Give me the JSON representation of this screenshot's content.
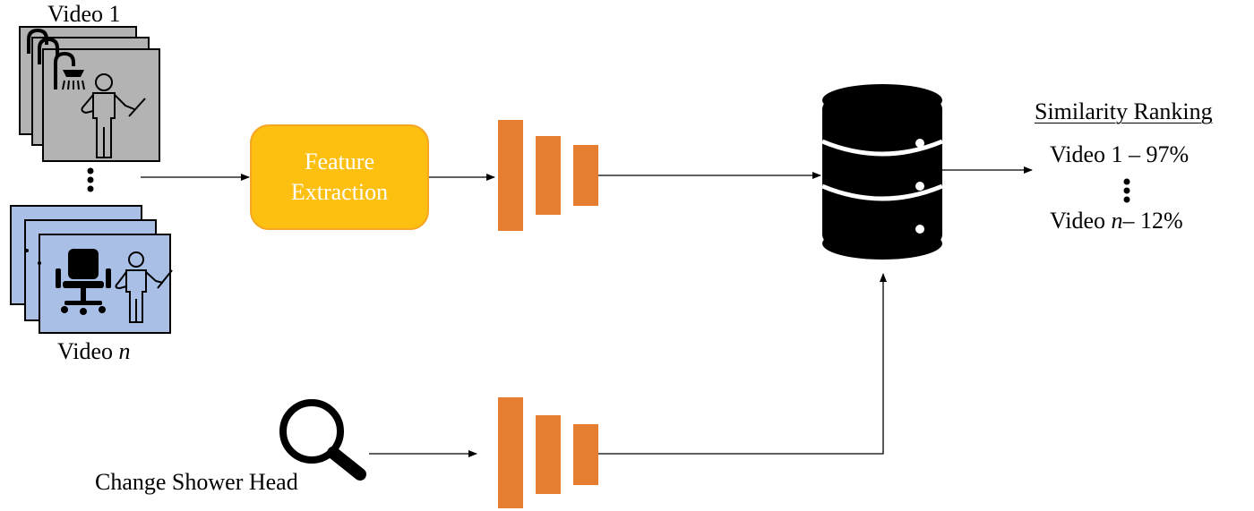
{
  "videos": {
    "first_label": "Video 1",
    "last_label_prefix": "Video",
    "last_label_var": "n"
  },
  "feature_extraction": {
    "line1": "Feature",
    "line2": "Extraction"
  },
  "query": {
    "label": "Change Shower Head"
  },
  "ranking": {
    "title": "Similarity Ranking",
    "first": "Video 1 – 97%",
    "last_prefix": "Video",
    "last_var": "n",
    "last_suffix": "– 12%"
  },
  "colors": {
    "video_gray": "#b3b3b3",
    "video_blue": "#a9bfe6",
    "feature_box": "#fdbf10",
    "feature_border": "#f5a623",
    "network_bars": "#e57e30",
    "database": "#000000"
  }
}
